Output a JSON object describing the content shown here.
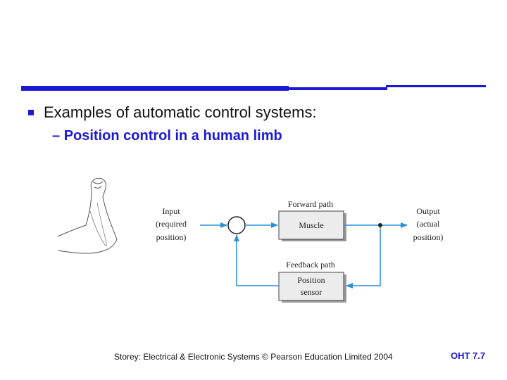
{
  "slide": {
    "bullet": "Examples of automatic control systems:",
    "sub_dash": "–",
    "sub_bullet": "Position control in a human limb",
    "footer_credit": "Storey: Electrical & Electronic Systems © Pearson Education Limited 2004",
    "footer_code": "OHT 7.7"
  },
  "diagram": {
    "input_label": [
      "Input",
      "(required",
      "position)"
    ],
    "forward_path_label": "Forward path",
    "muscle_label": "Muscle",
    "output_label": [
      "Output",
      "(actual",
      "position)"
    ],
    "feedback_path_label": "Feedback path",
    "sensor_label": [
      "Position",
      "sensor"
    ]
  },
  "colors": {
    "accent": "#1a1ad6",
    "signal_line": "#2a90d8",
    "block_fill": "#ececec"
  }
}
